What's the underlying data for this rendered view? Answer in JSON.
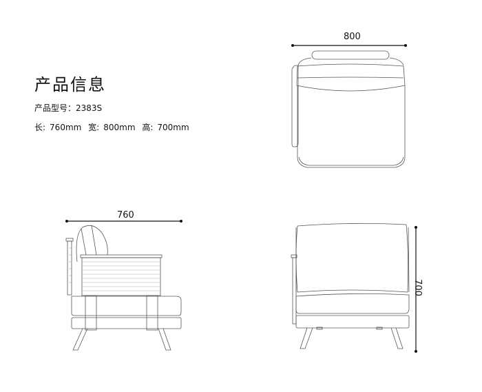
{
  "header": {
    "title": "产品信息",
    "model_label": "产品型号：",
    "model_value": "2383S"
  },
  "dimensions": {
    "length_label": "长:",
    "length_value": "760mm",
    "width_label": "宽:",
    "width_value": "800mm",
    "height_label": "高:",
    "height_value": "700mm"
  },
  "views": {
    "top_view": {
      "dimension_label": "800"
    },
    "side_view": {
      "dimension_label": "760"
    },
    "front_view": {
      "dimension_label": "700"
    }
  },
  "colors": {
    "line": "#555555",
    "dim_line": "#111111",
    "background": "#ffffff"
  }
}
